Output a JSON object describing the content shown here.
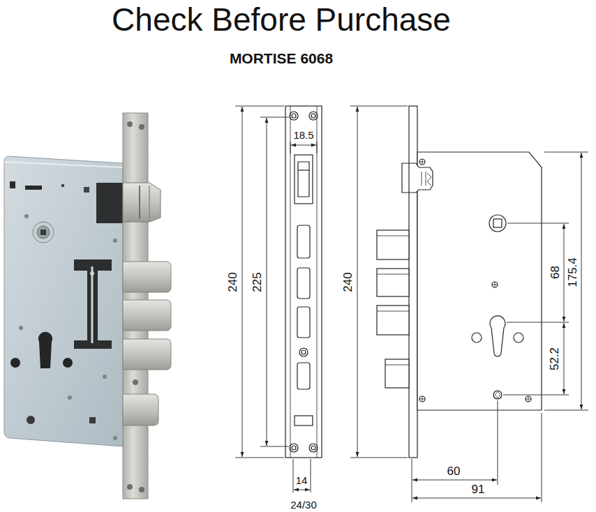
{
  "diagram": {
    "title": "Check Before Purchase",
    "labels": [
      "MORTISE 6068",
      "18.5",
      "240",
      "225",
      "14",
      "24/30",
      "240",
      "68",
      "175.4",
      "52.2",
      "60",
      "91"
    ]
  }
}
